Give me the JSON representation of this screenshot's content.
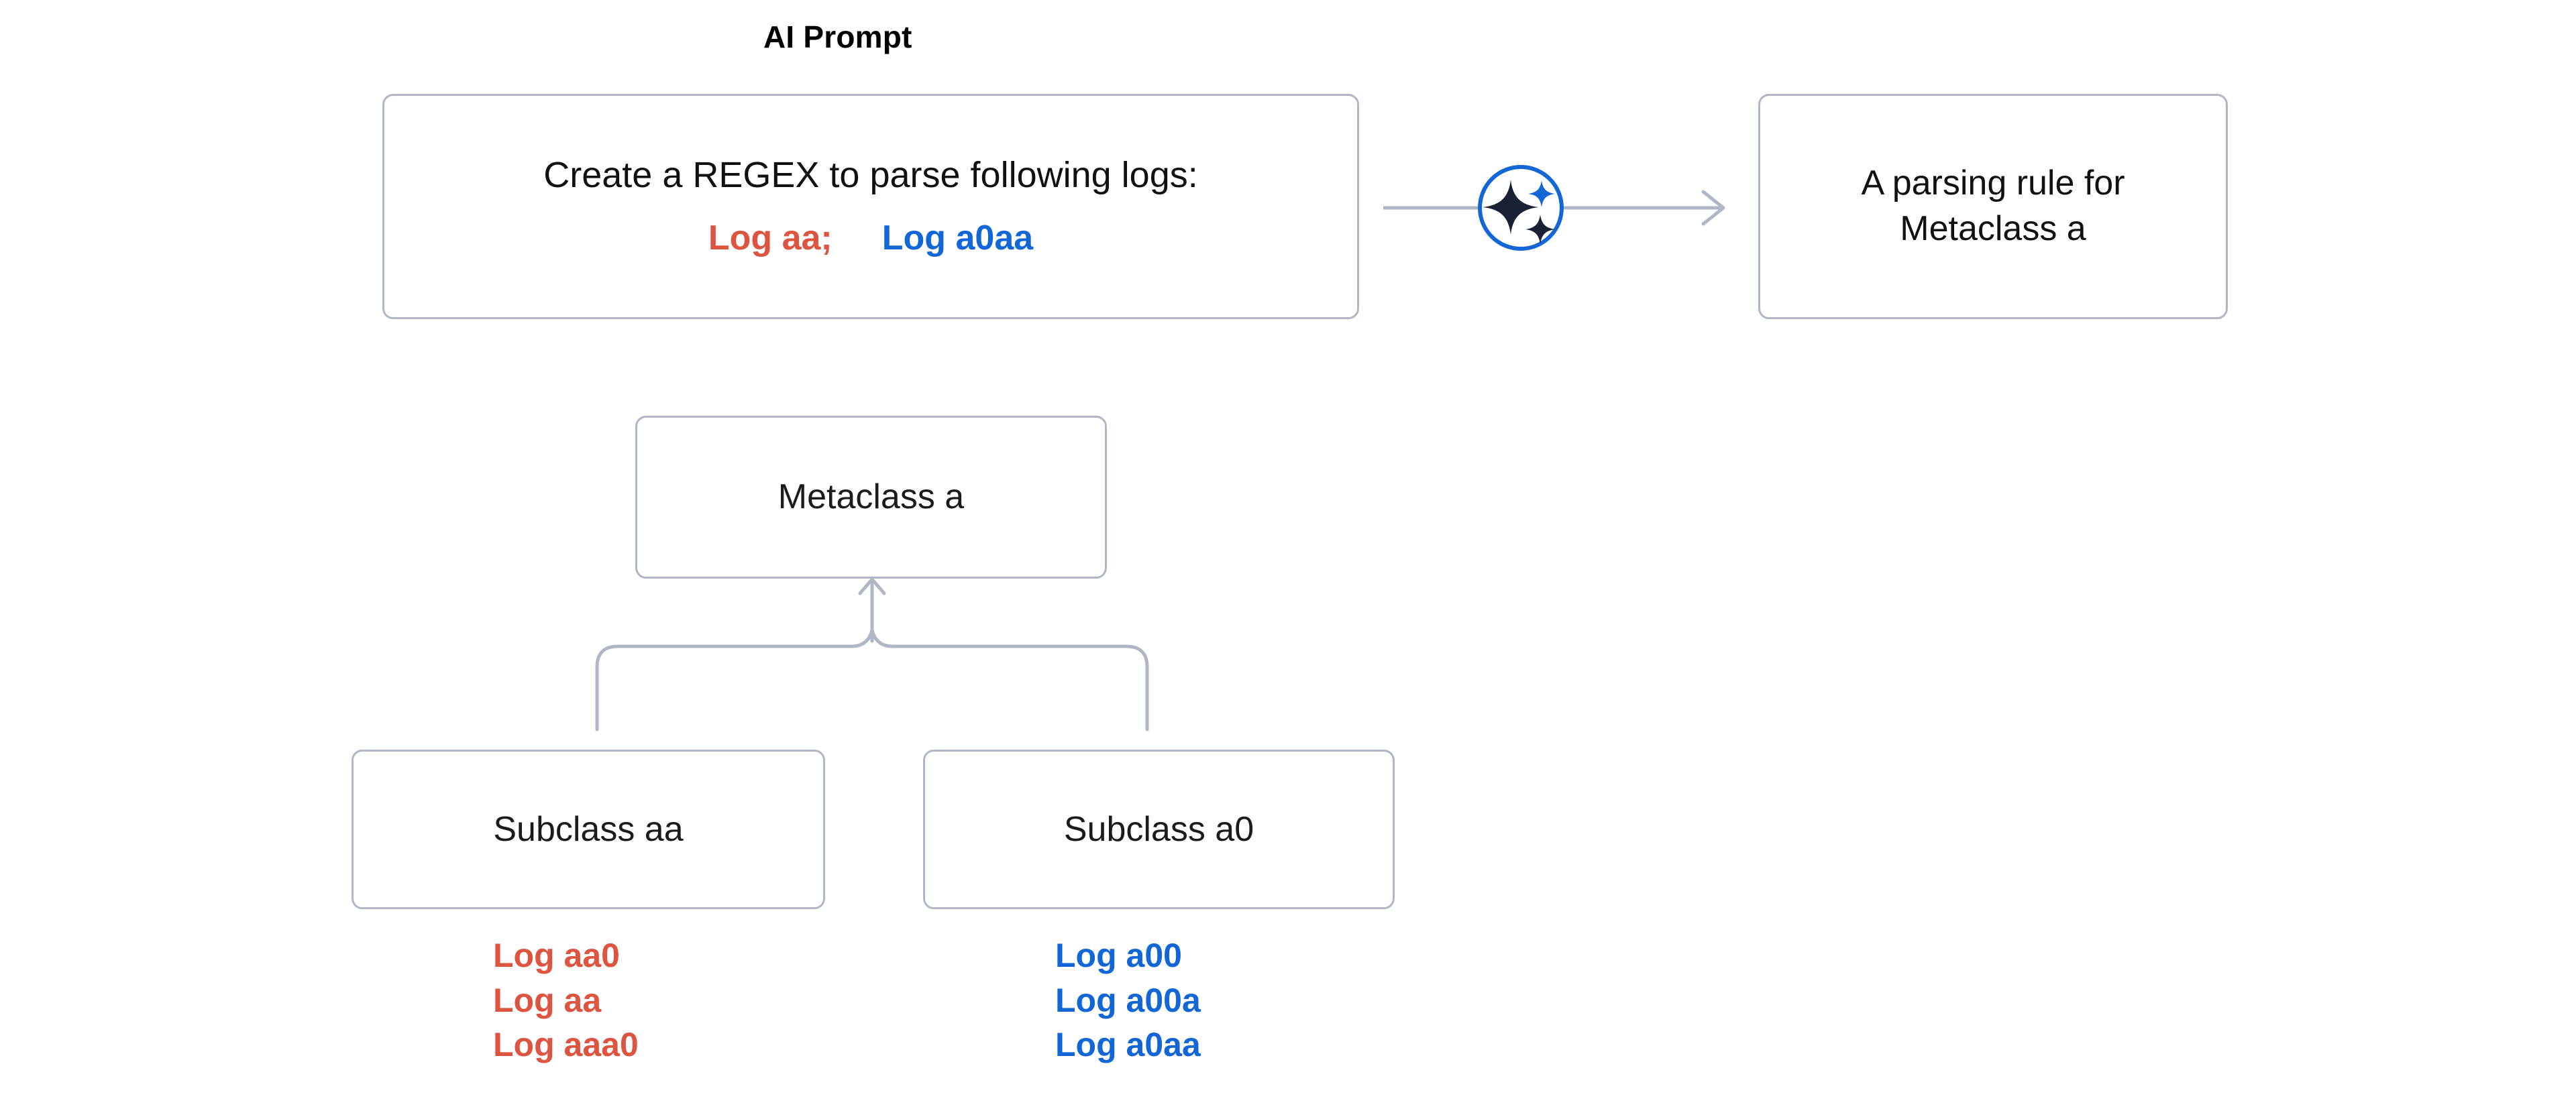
{
  "colors": {
    "box_border": "#AFB7C6",
    "connector": "#AFB7C6",
    "accent_blue": "#1266D6",
    "log_red": "#DD5440",
    "log_blue": "#1266D6",
    "icon_dark": "#1A2134",
    "text": "#111111",
    "background": "#FFFFFF"
  },
  "section": {
    "title": "AI Prompt"
  },
  "prompt": {
    "instruction": "Create a REGEX to parse following logs:",
    "sample_logs": [
      {
        "text": "Log aa;",
        "color": "#DD5440"
      },
      {
        "text": "Log a0aa",
        "color": "#1266D6"
      }
    ]
  },
  "ai_connector": {
    "icon": "sparkle-icon",
    "arrow": "arrow-right-icon"
  },
  "output": {
    "line_1": "A parsing rule for",
    "line_2": "Metaclass a"
  },
  "tree": {
    "root": {
      "label": "Metaclass a"
    },
    "edge_icon": "merge-arrow-up-icon",
    "children": [
      {
        "label": "Subclass aa",
        "log_color": "#DD5440",
        "logs": [
          "Log aa0",
          "Log aa",
          "Log aaa0"
        ]
      },
      {
        "label": "Subclass a0",
        "log_color": "#1266D6",
        "logs": [
          "Log a00",
          "Log a00a",
          "Log a0aa"
        ]
      }
    ]
  }
}
